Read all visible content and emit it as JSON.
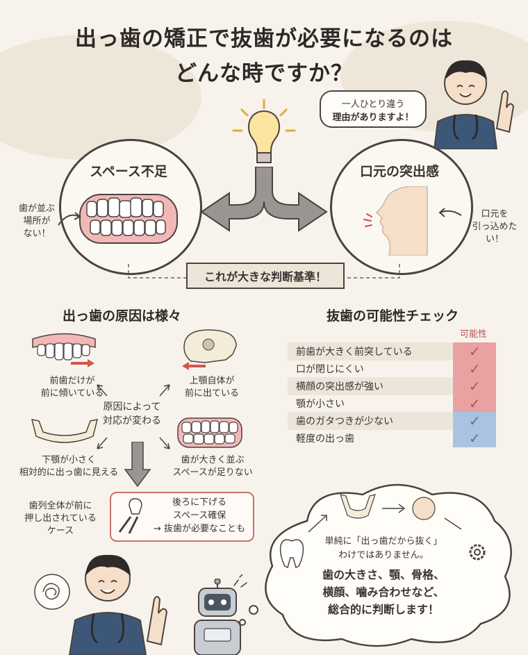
{
  "title": {
    "line1": "出っ歯の矯正で抜歯が必要になるのは",
    "line2": "どんな時ですか？"
  },
  "doctor_bubble": {
    "line1": "一人ひとり違う",
    "line2": "理由がありますよ！"
  },
  "left_circle": {
    "label": "スペース不足",
    "note_l1": "歯が並ぶ",
    "note_l2": "場所が",
    "note_l3": "ない！"
  },
  "right_circle": {
    "label": "口元の突出感",
    "note_l1": "口元を",
    "note_l2": "引っ込めたい！"
  },
  "criterion_banner": "これが大きな判断基準！",
  "causes": {
    "heading": "出っ歯の原因は様々",
    "center_l1": "原因によって",
    "center_l2": "対応が変わる",
    "item1_l1": "前歯だけが",
    "item1_l2": "前に傾いている",
    "item2_l1": "上顎自体が",
    "item2_l2": "前に出ている",
    "item3_l1": "下顎が小さく",
    "item3_l2": "相対的に出っ歯に見える",
    "item4_l1": "歯が大きく並ぶ",
    "item4_l2": "スペースが足りない",
    "case_l1": "歯列全体が前に",
    "case_l2": "押し出されている",
    "case_l3": "ケース",
    "result_l1": "後ろに下げる",
    "result_l2": "スペース確保",
    "result_l3": "→ 抜歯が必要なことも"
  },
  "checklist": {
    "heading": "抜歯の可能性チェック",
    "column": "可能性",
    "items": [
      {
        "label": "前歯が大きく前突している",
        "mark": "✓",
        "level": "high"
      },
      {
        "label": "口が閉じにくい",
        "mark": "✓",
        "level": "high"
      },
      {
        "label": "横顔の突出感が強い",
        "mark": "✓",
        "level": "high"
      },
      {
        "label": "顎が小さい",
        "mark": "✓",
        "level": "high"
      },
      {
        "label": "歯のガタつきが少ない",
        "mark": "✓",
        "level": "low"
      },
      {
        "label": "軽度の出っ歯",
        "mark": "✓",
        "level": "low"
      }
    ]
  },
  "thought": {
    "line1": "単純に「出っ歯だから抜く」",
    "line2": "わけではありません。",
    "line3": "歯の大きさ、顎、骨格、",
    "line4": "横顔、噛み合わせなど、",
    "line5": "総合的に判断します！"
  },
  "colors": {
    "high": "#e9a1a1",
    "high_check": "#c0504d",
    "low": "#a9c3e0",
    "low_check": "#4a74b0",
    "row_alt": "#ece5da"
  }
}
